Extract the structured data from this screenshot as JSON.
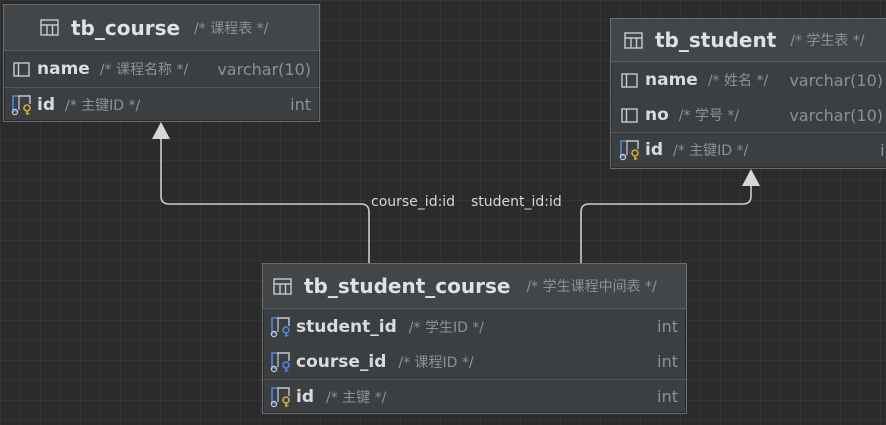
{
  "tables": {
    "course": {
      "name": "tb_course",
      "comment": "/* 课程表 */",
      "columns": [
        {
          "name": "name",
          "comment": "/* 课程名称 */",
          "type": "varchar(10)"
        },
        {
          "name": "id",
          "comment": "/* 主键ID */",
          "type": "int"
        }
      ]
    },
    "student": {
      "name": "tb_student",
      "comment": "/* 学生表 */",
      "columns": [
        {
          "name": "name",
          "comment": "/* 姓名 */",
          "type": "varchar(10)"
        },
        {
          "name": "no",
          "comment": "/* 学号 */",
          "type": "varchar(10)"
        },
        {
          "name": "id",
          "comment": "/* 主键ID */",
          "type": "int"
        }
      ]
    },
    "student_course": {
      "name": "tb_student_course",
      "comment": "/* 学生课程中间表 */",
      "columns": [
        {
          "name": "student_id",
          "comment": "/* 学生ID */",
          "type": "int"
        },
        {
          "name": "course_id",
          "comment": "/* 课程ID */",
          "type": "int"
        },
        {
          "name": "id",
          "comment": "/* 主键 */",
          "type": "int"
        }
      ]
    }
  },
  "links": {
    "course_label": "course_id:id",
    "student_label": "student_id:id"
  },
  "icons": {
    "table": "table-icon",
    "column": "column-icon",
    "key": "key-column-icon"
  },
  "colors": {
    "background": "#2b2b2b",
    "key_icon_blue": "#4f86e0",
    "key_icon_gold": "#d9a73a",
    "connector": "#c9cbce"
  }
}
